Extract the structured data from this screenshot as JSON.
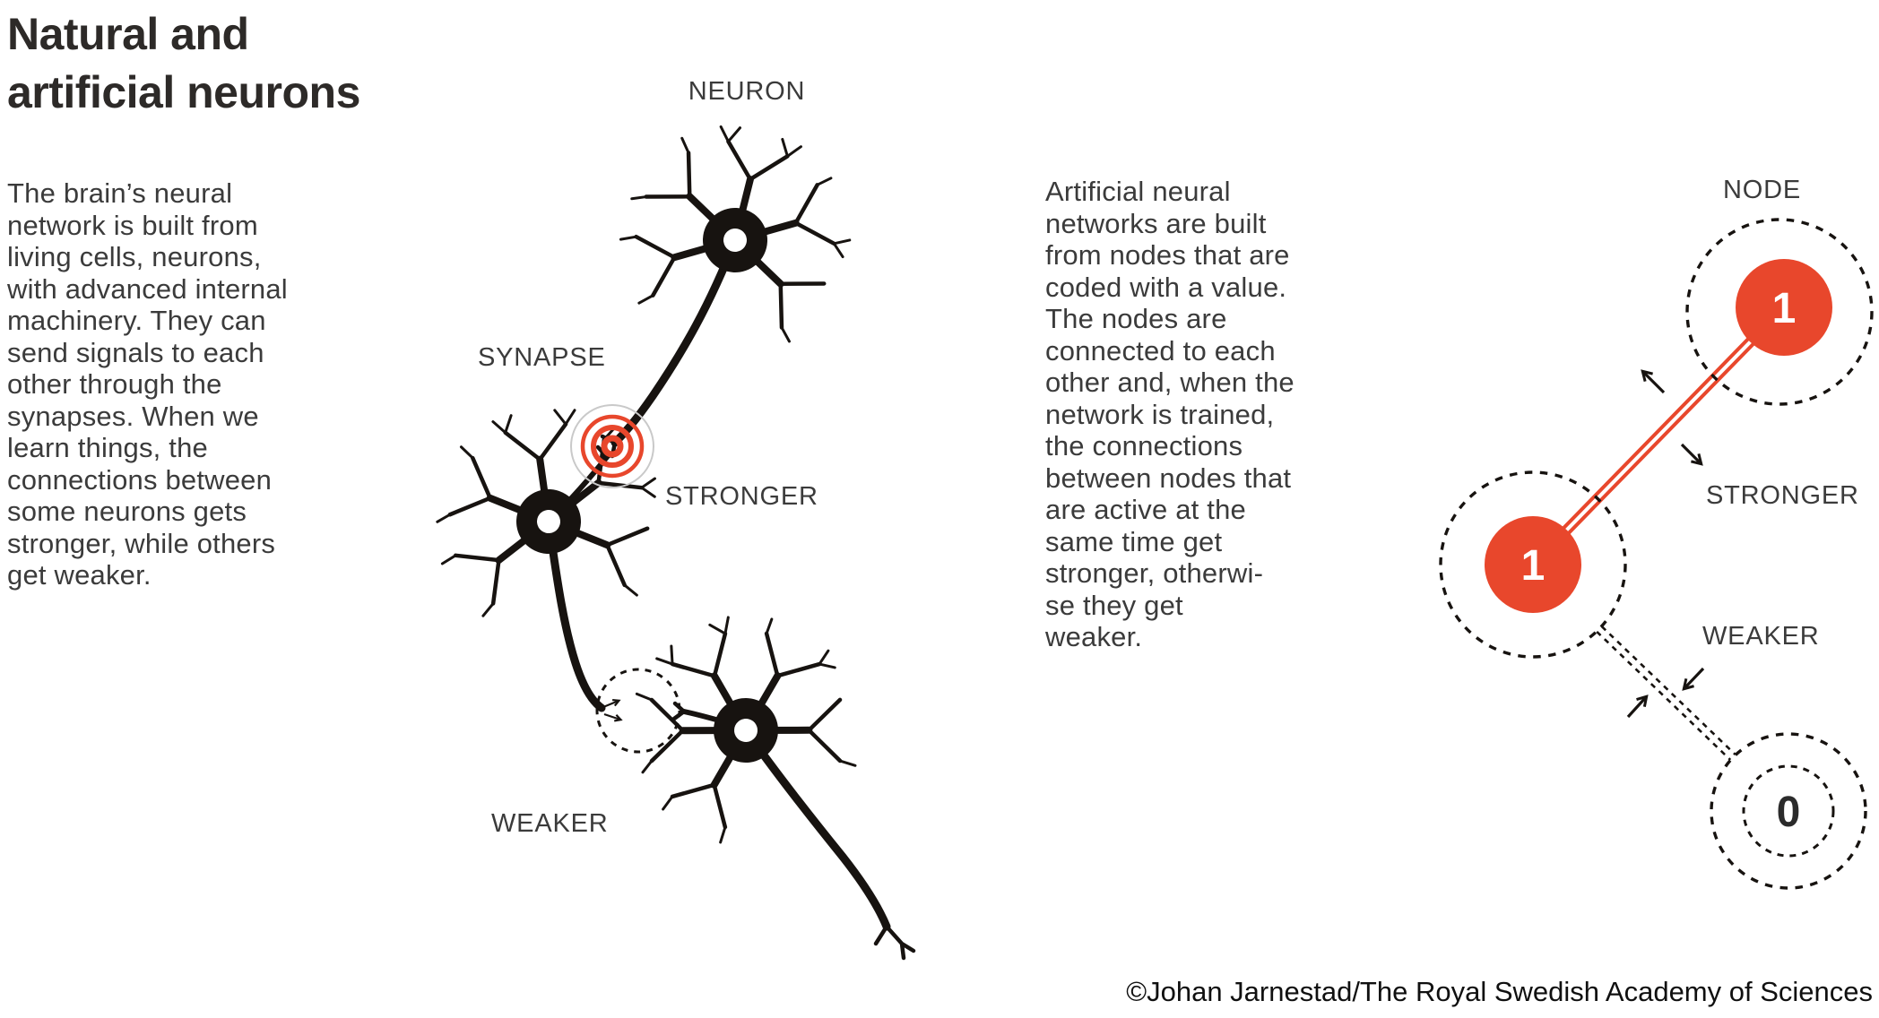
{
  "title": {
    "lines": [
      "Natural and",
      "artificial neurons"
    ]
  },
  "natural": {
    "paragraph_lines": [
      "The brain’s neural",
      "network is built from",
      "living cells, neurons,",
      "with advanced internal",
      "machinery. They can",
      "send signals to each",
      "other through the",
      "synapses. When we",
      "learn things, the",
      "connections between",
      "some neurons gets",
      "stronger, while others",
      "get weaker."
    ],
    "labels": {
      "neuron": "NEURON",
      "synapse": "SYNAPSE",
      "stronger": "STRONGER",
      "weaker": "WEAKER"
    }
  },
  "artificial": {
    "paragraph_lines": [
      "Artificial neural",
      "networks are built",
      "from nodes that are",
      "coded with a value.",
      "The nodes are",
      "connected to each",
      "other and, when the",
      "network is trained,",
      "the connections",
      "between nodes that",
      "are active at the",
      "same time get",
      "stronger, otherwi-",
      "se they get",
      "weaker."
    ],
    "labels": {
      "node": "NODE",
      "stronger": "STRONGER",
      "weaker": "WEAKER"
    },
    "nodes": [
      {
        "id": "node-top",
        "value": "1"
      },
      {
        "id": "node-left",
        "value": "1"
      },
      {
        "id": "node-bottom",
        "value": "0"
      }
    ]
  },
  "icons": {
    "strong_synapse": "concentric-orange-rings",
    "weak_synapse": "dashed-circle",
    "stronger_connection": "double-solid-line",
    "weaker_connection": "double-dashed-line"
  },
  "colors": {
    "accent": "#e8472c",
    "ink": "#171310",
    "text": "#3b3b3b"
  },
  "credit": "©Johan Jarnestad/The Royal Swedish Academy of Sciences"
}
